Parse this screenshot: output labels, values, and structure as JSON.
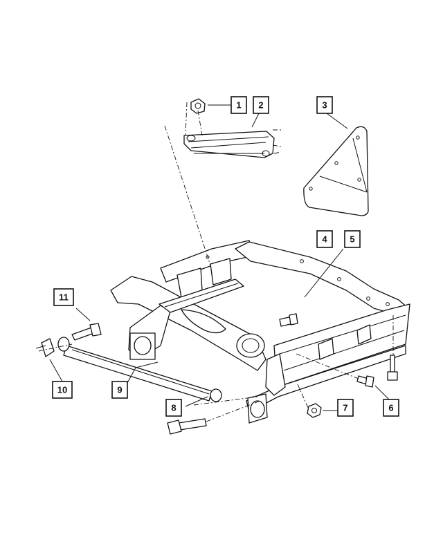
{
  "callouts": [
    "1",
    "2",
    "3",
    "4",
    "5",
    "6",
    "7",
    "8",
    "9",
    "10",
    "11"
  ],
  "colors": {
    "line": "#111111",
    "background": "#ffffff"
  }
}
